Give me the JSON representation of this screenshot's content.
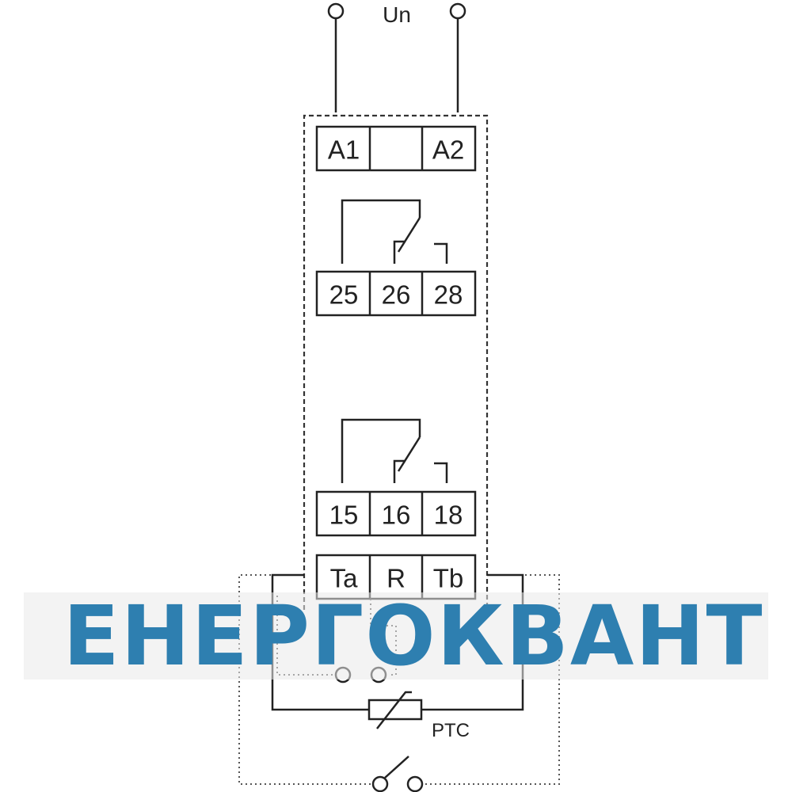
{
  "supply": {
    "label": "Un"
  },
  "terminals": {
    "power": [
      "A1",
      "",
      "A2"
    ],
    "relay1": [
      "25",
      "26",
      "28"
    ],
    "relay2": [
      "15",
      "16",
      "18"
    ],
    "sensor": [
      "Ta",
      "R",
      "Tb"
    ]
  },
  "ptc": {
    "label": "PTC"
  },
  "watermark": {
    "text": "ЕНЕРГОКВАНТ",
    "color": "#2e7fb0"
  }
}
